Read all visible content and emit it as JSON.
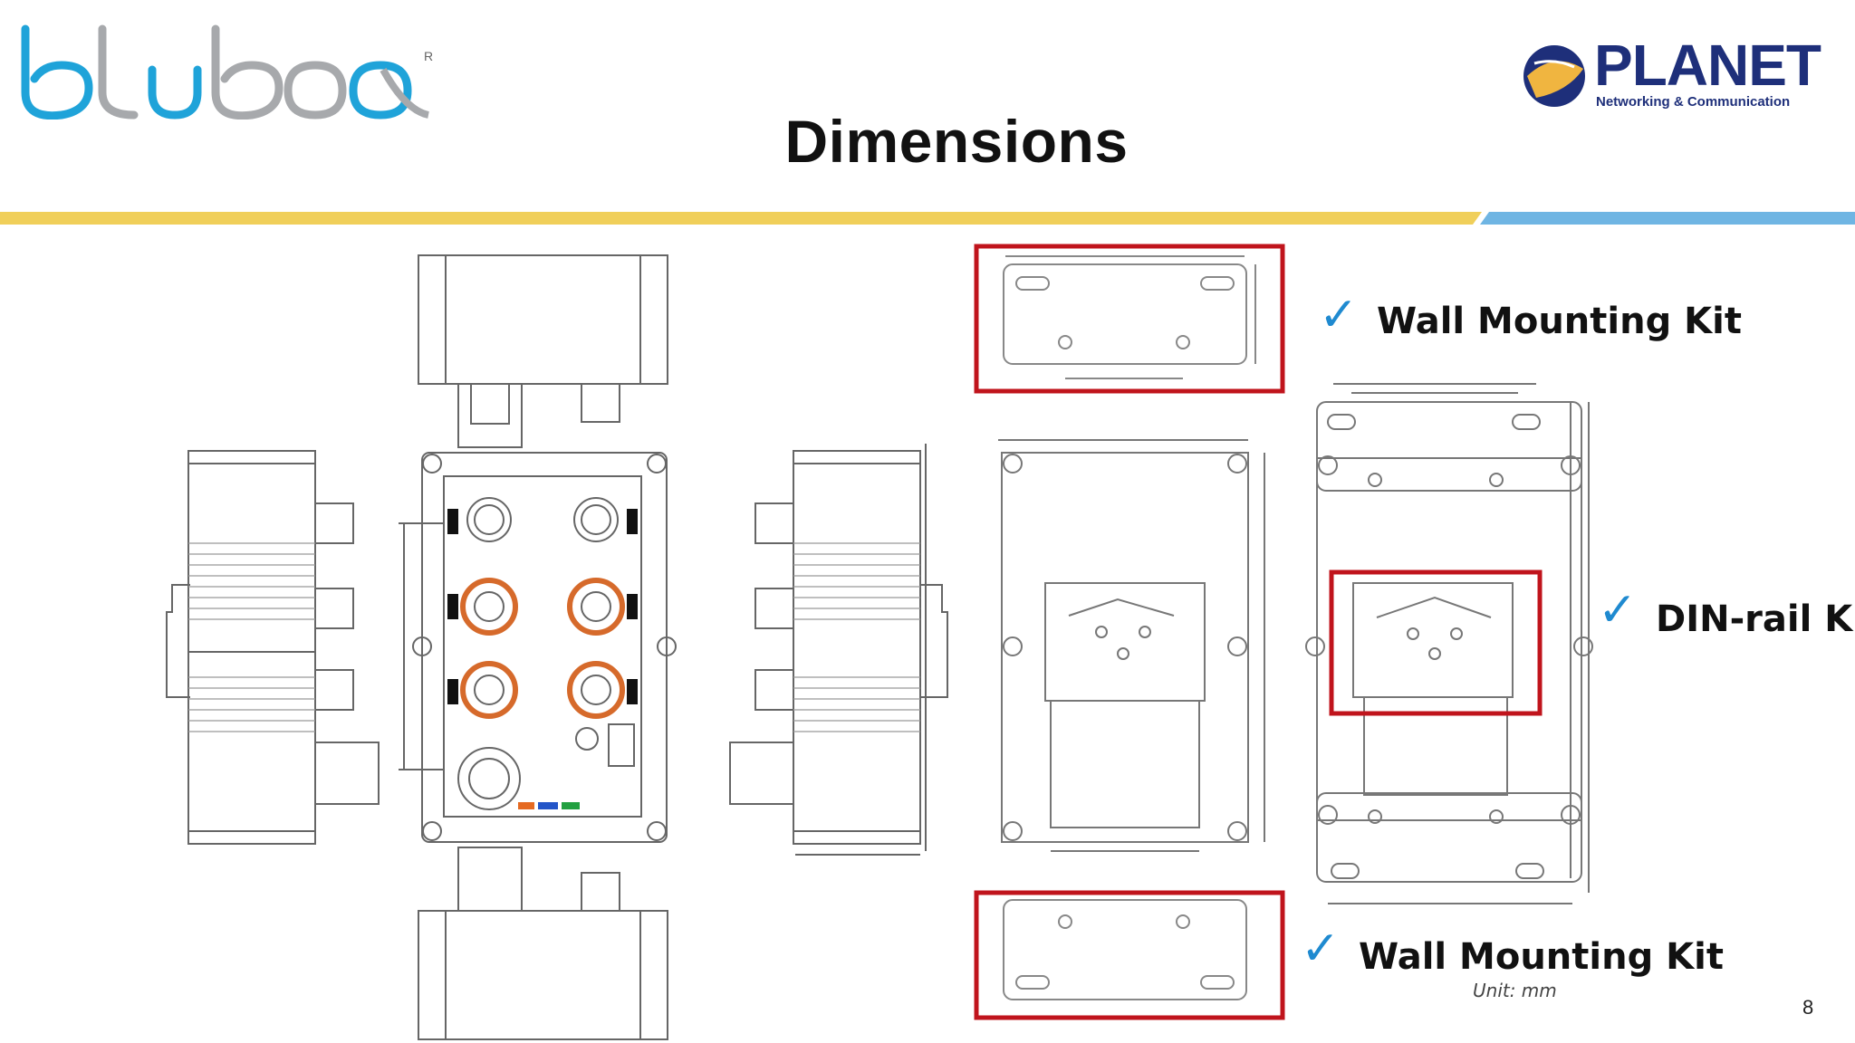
{
  "slide": {
    "title": "Dimensions",
    "page_number": "8",
    "unit_note": "Unit: mm"
  },
  "logos": {
    "brand_left": "bluboox",
    "brand_right": "PLANET",
    "brand_right_tagline": "Networking & Communication"
  },
  "kits": [
    {
      "label": "Wall Mounting Kit"
    },
    {
      "label": "DIN-rail Kit"
    },
    {
      "label": "Wall Mounting Kit"
    }
  ],
  "icons": {
    "check": "✓"
  },
  "colors": {
    "accent_yellow": "#f0cf5a",
    "accent_blue": "#6fb5e3",
    "highlight_red": "#c0141c",
    "check_blue": "#1f8ad0"
  }
}
